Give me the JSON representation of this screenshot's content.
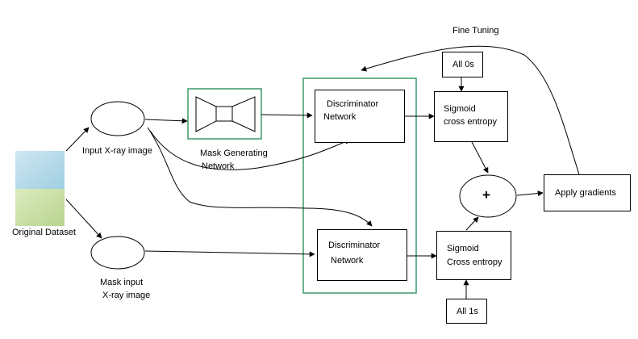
{
  "labels": {
    "fine_tuning": "Fine Tuning",
    "input_xray": "Input X-ray image",
    "mask_gen_line1": "Mask Generating",
    "mask_gen_line2": "Network",
    "original_dataset": "Original Dataset",
    "mask_input_line1": "Mask  input",
    "mask_input_line2": "X-ray image"
  },
  "boxes": {
    "disc_top_line1": "Discriminator",
    "disc_top_line2": "Network",
    "disc_bottom_line1": "Discriminator",
    "disc_bottom_line2": "Network",
    "sigmoid_top_line1": "Sigmoid",
    "sigmoid_top_line2": "cross entropy",
    "sigmoid_bottom_line1": "Sigmoid",
    "sigmoid_bottom_line2": "Cross entropy",
    "all_zeros": "All 0s",
    "all_ones": "All 1s",
    "apply_gradients": "Apply gradients",
    "plus": "+"
  },
  "colors": {
    "stroke": "#000000",
    "green_frame": "#3a9a6a",
    "dataset_top": "#b7dcea",
    "dataset_bottom": "#c9e0a6"
  }
}
